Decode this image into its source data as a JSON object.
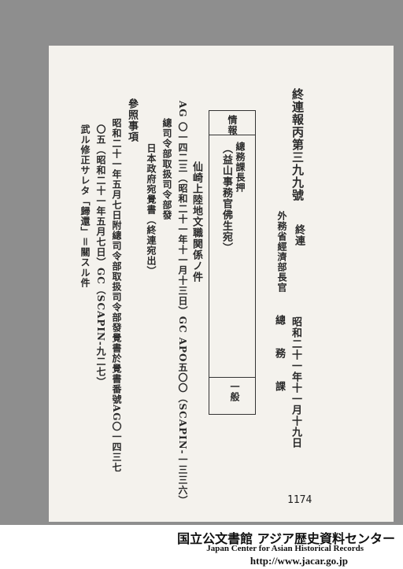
{
  "document": {
    "doc_number": "終連報丙第三九九號",
    "from_org": "終連",
    "to_official": "外務省經濟部長官",
    "date": "昭和二十一年十一月十九日",
    "sender": "總　務　課",
    "stamp": {
      "top_label": "情報",
      "middle_label": "總務課長押",
      "bottom_label": "一般"
    },
    "subject_bracket": "（益山事務官佛生宛）",
    "col_a": "仙崎上陸地文職関係ノ件",
    "col_b": "AG 〇一四二三（昭和二十一年十一月十三日）GC APO五〇〇（SCAPIN-一三三六）",
    "col_c": "總司令部取扱司令部發",
    "col_d": "日本政府宛覺書（終連宛出）",
    "section_label": "參照事項",
    "col_e": "昭和二十一年五月七日附總司令部取扱司令部發覺書於覺書番號AG〇一四三七",
    "col_f": "〇五（昭和二十一年五月七日）GC（SCAPIN-九二七）",
    "col_g": "武ル修正サレタ「歸還」＝關スル件"
  },
  "page_number": "1174",
  "footer": {
    "archive_jp": "国立公文書館 アジア歴史資料センター",
    "archive_en": "Japan Center for Asian Historical Records",
    "url": "http://www.jacar.go.jp"
  }
}
